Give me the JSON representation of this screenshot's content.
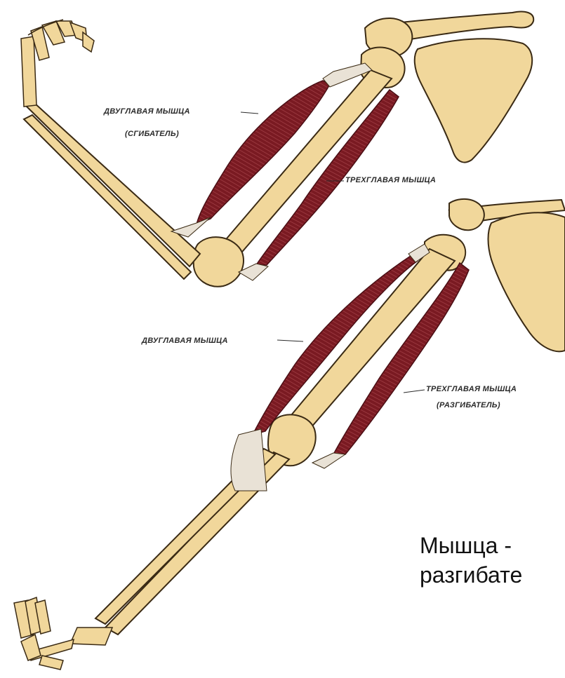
{
  "labels": {
    "top_biceps_name": "ДВУГЛАВАЯ МЫШЦА",
    "top_biceps_role": "(СГИБАТЕЛЬ)",
    "top_triceps_name": "ТРЕХГЛАВАЯ МЫШЦА",
    "bottom_biceps_name": "ДВУГЛАВАЯ МЫШЦА",
    "bottom_triceps_name": "ТРЕХГЛАВАЯ МЫШЦА",
    "bottom_triceps_role": "(РАЗГИБАТЕЛЬ)"
  },
  "caption": {
    "line1": "Мышца -",
    "line2": "разгибате"
  },
  "colors": {
    "bone_fill": "#f1d79b",
    "bone_outline": "#3a2a14",
    "muscle_fill": "#7a1a22",
    "muscle_stripe": "#a8464c",
    "tendon": "#e9e2d6",
    "background": "#ffffff"
  }
}
